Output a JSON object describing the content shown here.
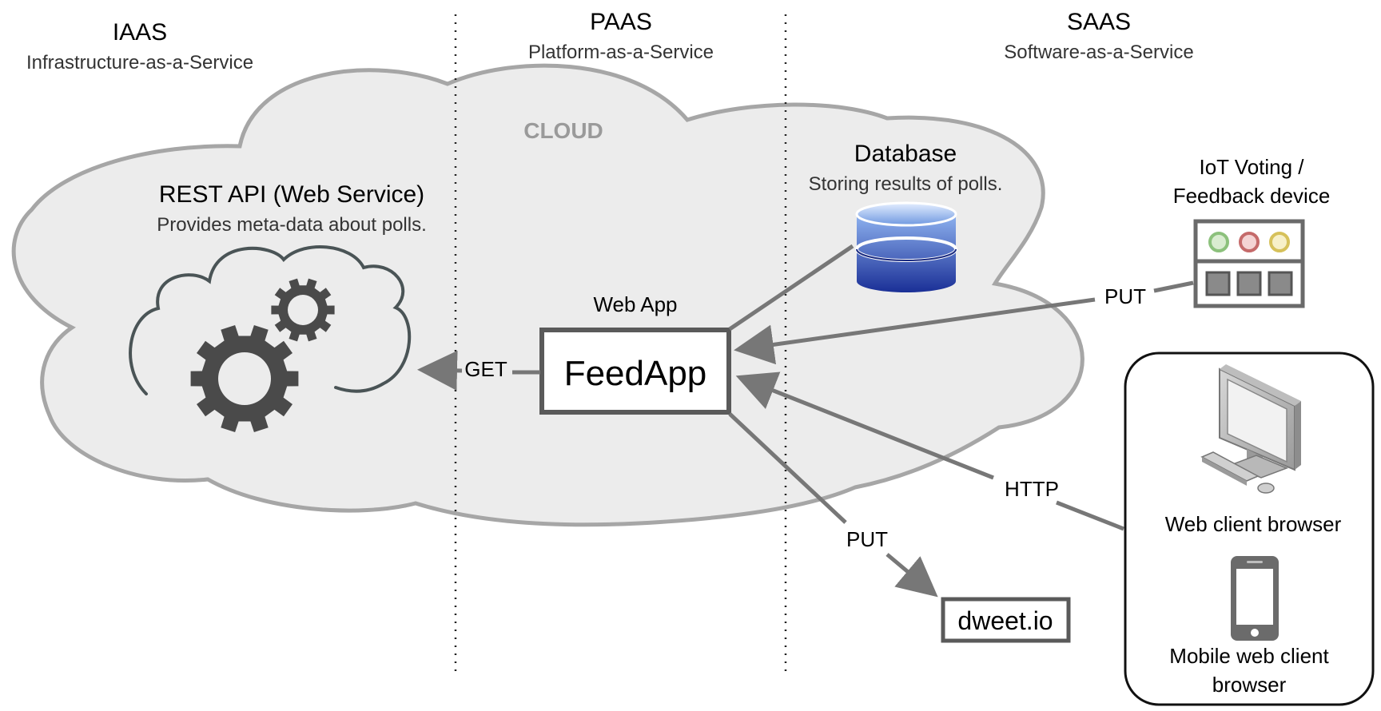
{
  "tiers": {
    "iaas": {
      "title": "IAAS",
      "subtitle": "Infrastructure-as-a-Service"
    },
    "paas": {
      "title": "PAAS",
      "subtitle": "Platform-as-a-Service"
    },
    "saas": {
      "title": "SAAS",
      "subtitle": "Software-as-a-Service"
    }
  },
  "cloud": {
    "label": "CLOUD"
  },
  "rest_api": {
    "title": "REST API (Web Service)",
    "subtitle": "Provides meta-data about polls."
  },
  "database": {
    "title": "Database",
    "subtitle": "Storing results of polls."
  },
  "webapp": {
    "caption": "Web App",
    "name": "FeedApp"
  },
  "iot": {
    "line1": "IoT Voting /",
    "line2": "Feedback device"
  },
  "clients": {
    "web": "Web client browser",
    "mobile_line1": "Mobile web client",
    "mobile_line2": "browser"
  },
  "dweet": {
    "label": "dweet.io"
  },
  "edges": {
    "get": "GET",
    "put_iot": "PUT",
    "http": "HTTP",
    "put_dweet": "PUT"
  },
  "colors": {
    "cloud_fill": "#ececec",
    "cloud_stroke": "#a6a6a6",
    "arrow": "#777777",
    "box_stroke": "#5a5a5a",
    "db_blue": "#1f3fa8"
  }
}
